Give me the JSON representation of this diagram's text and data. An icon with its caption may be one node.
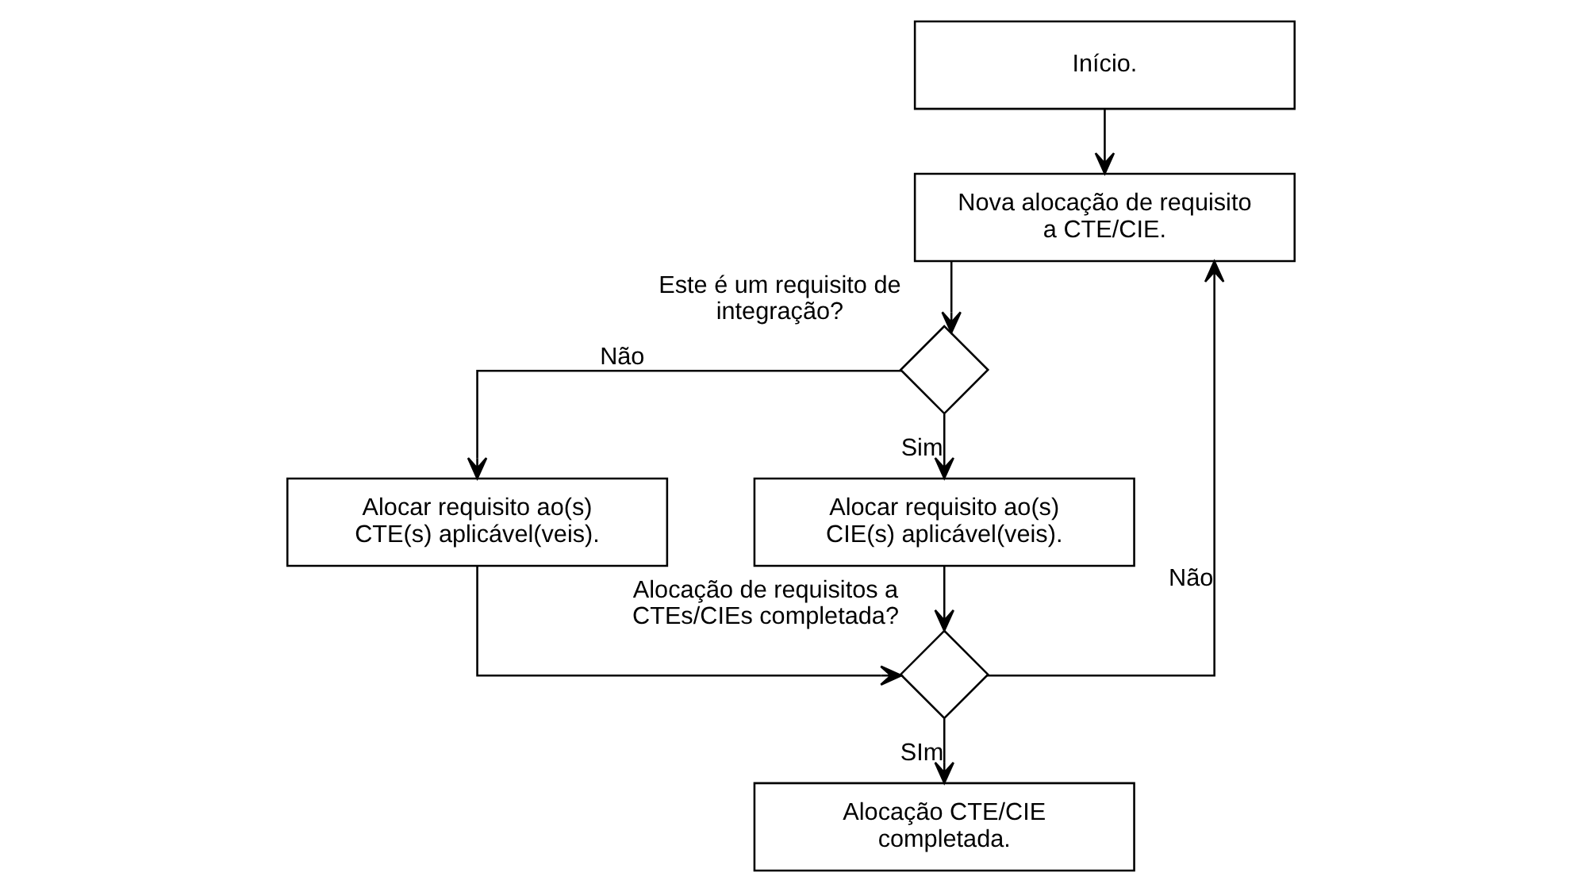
{
  "diagram": {
    "nodes": [
      {
        "text": [
          "Início."
        ]
      },
      {
        "text": [
          "Nova alocação de requisito a CTE/CIE."
        ]
      },
      {
        "text": [
          "Este é um requisito de integração?"
        ]
      },
      {
        "text": [
          "Alocar requisito ao(s) CTE(s) aplicável(veis)."
        ]
      },
      {
        "text": [
          "Alocar requisito ao(s) CIE(s) aplicável(veis)."
        ]
      },
      {
        "text": [
          "Alocação de requisitos a CTEs/CIEs completada?"
        ]
      },
      {
        "text": [
          "Alocação CTE/CIE completada."
        ]
      }
    ],
    "edges": [
      {
        "from": 0,
        "to": 1,
        "arrow": "to"
      },
      {
        "from": 1,
        "to": 2,
        "arrow": "to"
      },
      {
        "from": 2,
        "to": 3,
        "label": "Não",
        "arrow": "to"
      },
      {
        "from": 2,
        "to": 4,
        "label": "Sim",
        "arrow": "to"
      },
      {
        "from": 3,
        "to": 5,
        "arrow": "to"
      },
      {
        "from": 4,
        "to": 5,
        "arrow": "to"
      },
      {
        "from": 5,
        "to": 6,
        "label": "SIm",
        "arrow": "to"
      },
      {
        "from": 5,
        "to": 1,
        "label": "Não",
        "arrow": "to"
      }
    ]
  }
}
